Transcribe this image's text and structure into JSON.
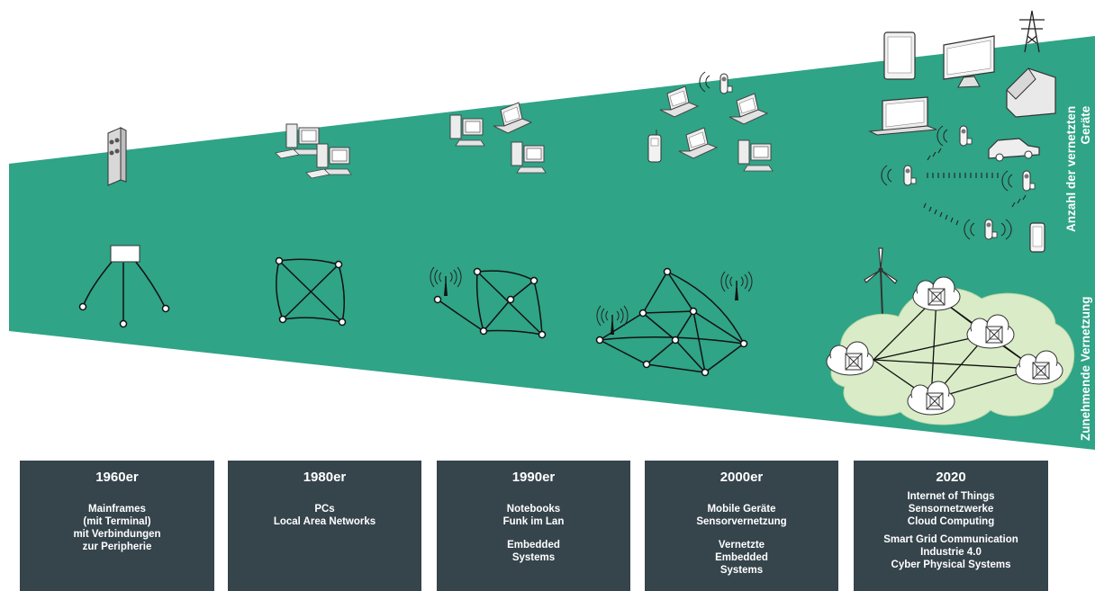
{
  "axis_labels": {
    "devices": "Anzahl der vernetzten\nGeräte",
    "networking": "Zunehmende Vernetzung"
  },
  "colors": {
    "wedge": "#2fa487",
    "box": "#36444c",
    "cloud": "#d9ecc7",
    "text": "#ffffff"
  },
  "eras": [
    {
      "year": "1960er",
      "groups": [
        [
          "Mainframes",
          "(mit Terminal)",
          "mit Verbindungen",
          "zur Peripherie"
        ]
      ]
    },
    {
      "year": "1980er",
      "groups": [
        [
          "PCs",
          "Local Area Networks"
        ]
      ]
    },
    {
      "year": "1990er",
      "groups": [
        [
          "Notebooks",
          "Funk im Lan"
        ],
        [
          "Embedded",
          "Systems"
        ]
      ]
    },
    {
      "year": "2000er",
      "groups": [
        [
          "Mobile Geräte",
          "Sensorvernetzung"
        ],
        [
          "Vernetzte",
          "Embedded",
          "Systems"
        ]
      ]
    },
    {
      "year": "2020",
      "groups": [
        [
          "Internet of Things",
          "Sensornetzwerke",
          "Cloud Computing"
        ],
        [
          "Smart Grid Communication",
          "Industrie 4.0",
          "Cyber Physical Systems"
        ]
      ]
    }
  ]
}
